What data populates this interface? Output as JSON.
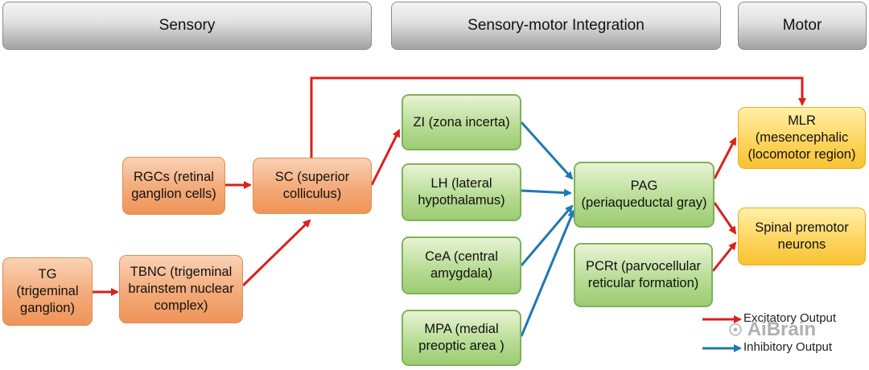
{
  "headers": {
    "sensory": "Sensory",
    "integration": "Sensory-motor Integration",
    "motor": "Motor"
  },
  "nodes": {
    "tg": "TG\n(trigeminal\nganglion)",
    "tbnc": "TBNC (trigeminal\nbrainstem nuclear\ncomplex)",
    "rgcs": "RGCs (retinal\nganglion cells)",
    "sc": "SC (superior\ncolliculus)",
    "zi": "ZI (zona incerta)",
    "lh": "LH (lateral\nhypothalamus)",
    "cea": "CeA (central\namygdala)",
    "mpa": "MPA (medial\npreoptic area )",
    "pag": "PAG\n(periaqueductal gray)",
    "pcrt": "PCRt (parvocellular\nreticular formation)",
    "mlr": "MLR\n(mesencephalic\n(locomotor region)",
    "spinal": "Spinal premotor\nneurons"
  },
  "legend": {
    "excitatory": "Excitatory Output",
    "inhibitory": "Inhibitory Output"
  },
  "colors": {
    "excitatory": "#d9211c",
    "inhibitory": "#1f78b4",
    "sensory_nodes": "#f3aa78",
    "integration_nodes": "#b5db91",
    "motor_nodes": "#fdd35a"
  },
  "watermark": "AiBrain"
}
